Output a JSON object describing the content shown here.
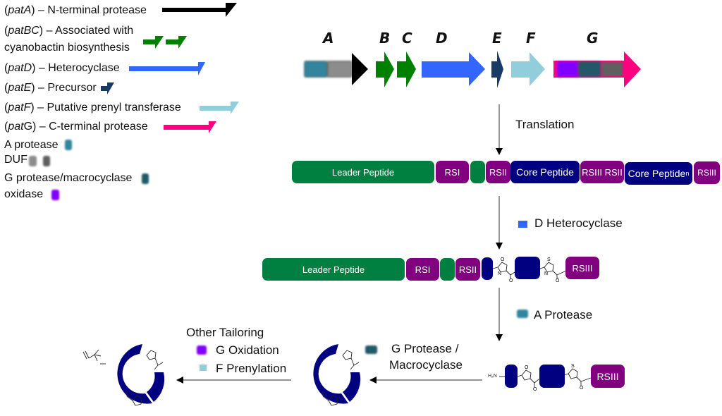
{
  "legend": {
    "genes": [
      {
        "code": "patA",
        "desc": " – N-terminal protease",
        "color": "#000000"
      },
      {
        "code": "patBC",
        "desc": " – Associated with",
        "desc2": "cyanobactin biosynthesis",
        "color": "#008000"
      },
      {
        "code": "patD",
        "desc": " – Heterocyclase",
        "color": "#3366ff"
      },
      {
        "code": "patE",
        "desc": " – Precursor",
        "color": "#1a3a66"
      },
      {
        "code": "patF",
        "desc": " – Putative prenyl transferase",
        "color": "#92cddc"
      },
      {
        "code": "patG",
        "desc": " – C-terminal protease",
        "color": "#ff0080"
      }
    ],
    "domains": [
      {
        "label": "A protease",
        "colors": [
          "#31859c"
        ]
      },
      {
        "label": "DUF",
        "colors": [
          "#8c8c8c",
          "#5f5f5f"
        ]
      },
      {
        "label": "G protease/macrocyclase",
        "colors": [
          "#215967"
        ]
      },
      {
        "label": "oxidase",
        "colors": [
          "#8000ff"
        ]
      }
    ]
  },
  "gene_cluster": {
    "letters": [
      "A",
      "B",
      "C",
      "D",
      "E",
      "F",
      "G"
    ]
  },
  "steps": {
    "translation": "Translation",
    "heterocyclase": "D Heterocyclase",
    "a_protease": "A Protease",
    "g_protease_line1": "G Protease /",
    "g_protease_line2": "Macrocyclase",
    "other_tailoring": "Other Tailoring",
    "g_oxidation": "G Oxidation",
    "f_prenylation": "F Prenylation"
  },
  "precursor_row": {
    "leader": "Leader Peptide",
    "rsi": "RSI",
    "rsii": "RSII",
    "core": "Core Peptide",
    "rsiii_rsii": "RSIII RSII",
    "core_n": "Core Peptide",
    "core_n_sub": "n",
    "rsiii": "RSIII"
  },
  "heterocyclized_row": {
    "leader": "Leader Peptide",
    "rsi": "RSI",
    "rsii": "RSII",
    "rsiii": "RSIII"
  },
  "cleaved_row": {
    "nterm": "H₂N",
    "rsiii": "RSIII"
  },
  "chem": {
    "oxazoline_o": "O",
    "oxazoline_n": "N",
    "thiazoline_s": "S",
    "carbonyl_o": "O"
  },
  "colors": {
    "leader_green": "#008040",
    "rs_purple": "#800080",
    "core_navy": "#000080",
    "arrow_gray": "#555555"
  }
}
